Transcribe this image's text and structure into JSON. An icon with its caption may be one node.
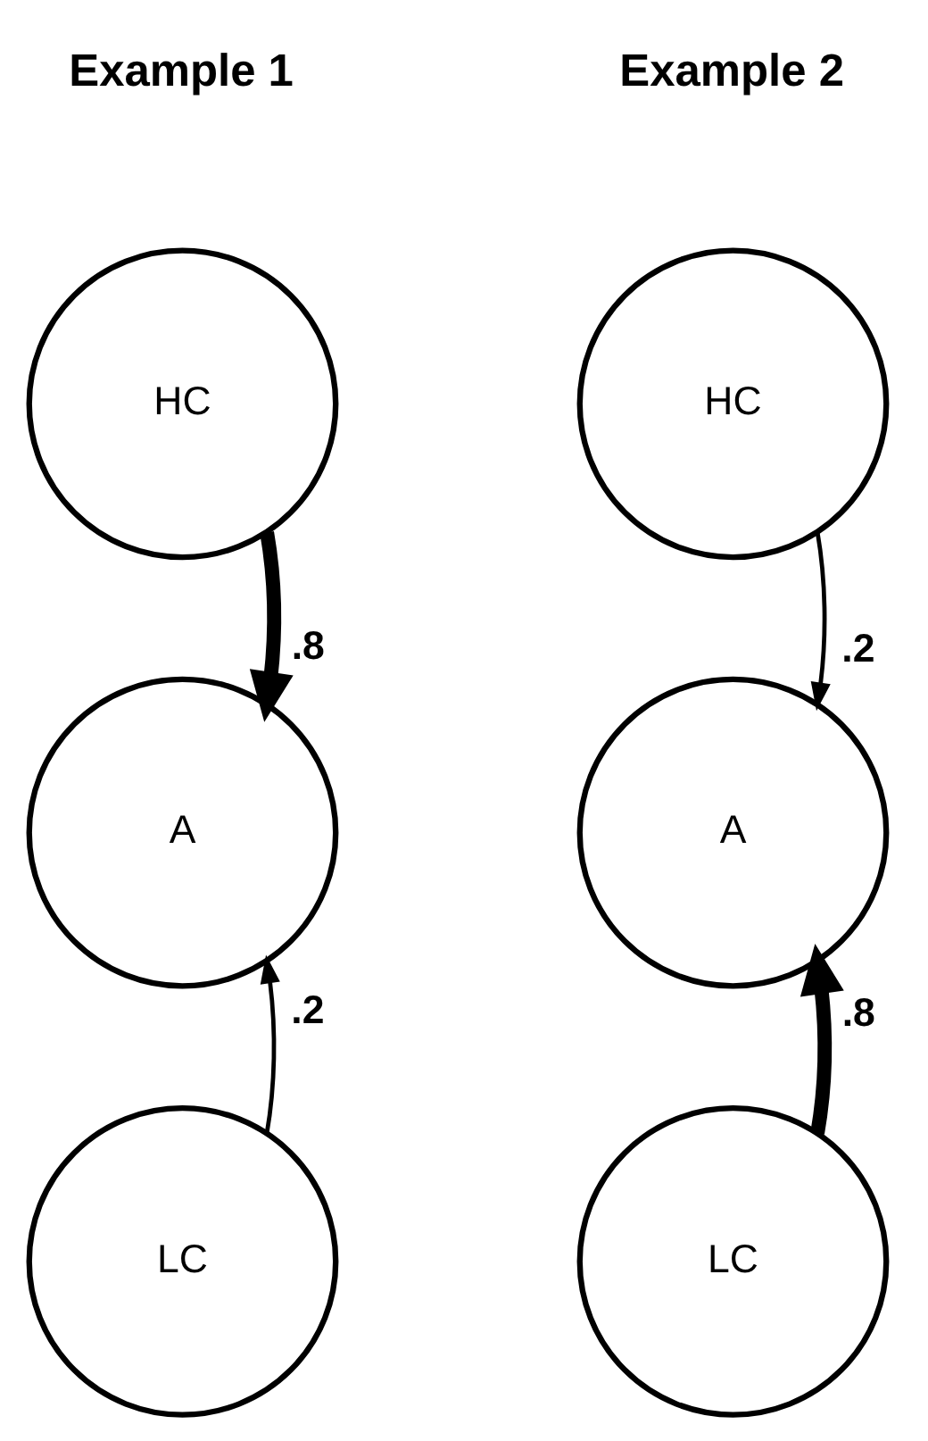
{
  "diagram": {
    "nodes": [
      {
        "text": [
          "HC"
        ]
      },
      {
        "text": [
          "A"
        ]
      },
      {
        "text": [
          "LC"
        ]
      },
      {
        "text": [
          "HC"
        ]
      },
      {
        "text": [
          "A"
        ]
      },
      {
        "text": [
          "LC"
        ]
      }
    ],
    "edges": [
      {
        "from": 0,
        "to": 1,
        "arrow": "to",
        "label": ".8",
        "style": "thick"
      },
      {
        "from": 2,
        "to": 1,
        "arrow": "to",
        "label": ".2"
      },
      {
        "from": 3,
        "to": 4,
        "arrow": "to",
        "label": ".2"
      },
      {
        "from": 5,
        "to": 4,
        "arrow": "to",
        "label": ".8",
        "style": "thick"
      }
    ],
    "labels": [
      "Example 1",
      "Example 2"
    ]
  }
}
